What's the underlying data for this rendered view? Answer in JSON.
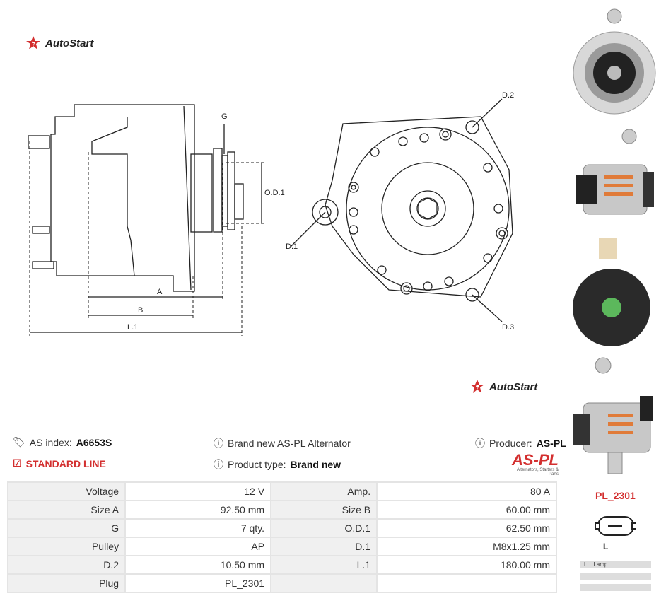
{
  "brand": {
    "name": "AutoStart"
  },
  "drawing": {
    "labels": {
      "g": "G",
      "od1": "O.D.1",
      "a": "A",
      "b": "B",
      "l1": "L.1",
      "d1": "D.1",
      "d2": "D.2",
      "d3": "D.3"
    }
  },
  "info": {
    "as_index_label": "AS index:",
    "as_index_value": "A6653S",
    "line": "STANDARD LINE",
    "description": "Brand new AS-PL Alternator",
    "product_type_label": "Product type:",
    "product_type_value": "Brand new",
    "producer_label": "Producer:",
    "producer_value": "AS-PL",
    "producer_tagline": "Alternators, Starters & Parts"
  },
  "specs": [
    {
      "label": "Voltage",
      "value": "12 V",
      "label2": "Amp.",
      "value2": "80 A"
    },
    {
      "label": "Size A",
      "value": "92.50 mm",
      "label2": "Size B",
      "value2": "60.00 mm"
    },
    {
      "label": "G",
      "value": "7 qty.",
      "label2": "O.D.1",
      "value2": "62.50 mm"
    },
    {
      "label": "Pulley",
      "value": "AP",
      "label2": "D.1",
      "value2": "M8x1.25 mm"
    },
    {
      "label": "D.2",
      "value": "10.50 mm",
      "label2": "L.1",
      "value2": "180.00 mm"
    },
    {
      "label": "Plug",
      "value": "PL_2301",
      "label2": "",
      "value2": ""
    }
  ],
  "plug": {
    "code": "PL_2301",
    "pin_label": "L",
    "legend": [
      {
        "pin": "L",
        "name": "Lamp"
      }
    ]
  },
  "colors": {
    "accent": "#d32f2f"
  }
}
